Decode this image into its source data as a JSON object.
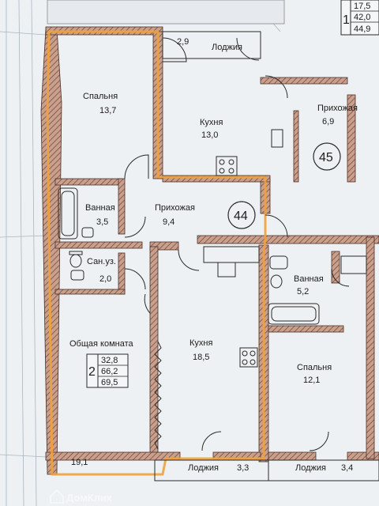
{
  "rooms": [
    {
      "key": "bedroom1",
      "label": "Спальня",
      "area": "13,7"
    },
    {
      "key": "kitchen_top",
      "label": "Кухня",
      "area": "13,0"
    },
    {
      "key": "bath1",
      "label": "Ванная",
      "area": "3,5"
    },
    {
      "key": "hall44",
      "label": "Прихожая",
      "area": "9,4"
    },
    {
      "key": "wc",
      "label": "Сан.уз.",
      "area": "2,0"
    },
    {
      "key": "living",
      "label": "Общая комната"
    },
    {
      "key": "kitchen44",
      "label": "Кухня",
      "area": "18,5"
    },
    {
      "key": "bath2",
      "label": "Ванная",
      "area": "5,2"
    },
    {
      "key": "bedroom2",
      "label": "Спальня",
      "area": "12,1"
    },
    {
      "key": "hall45",
      "label": "Прихожая",
      "area": "6,9"
    }
  ],
  "living_area": "19,1",
  "loggias": [
    {
      "key": "loggia_top",
      "label": "Лоджия",
      "area": "2,9"
    },
    {
      "key": "loggia_bottom1",
      "label": "Лоджия",
      "area": "3,3"
    },
    {
      "key": "loggia_bottom2",
      "label": "Лоджия",
      "area": "3,4"
    }
  ],
  "apartments": {
    "apt44": "44",
    "apt45": "45"
  },
  "summary": {
    "rooms": "2",
    "living": "32,8",
    "total": "66,2",
    "total_with_loggia": "69,5"
  },
  "corner_summary": {
    "rooms": "1",
    "values": [
      "17,5",
      "42,0",
      "44,9"
    ]
  },
  "watermark": "ДомКлик",
  "colors": {
    "outline": "#f0a23c",
    "wall": "#b07b68",
    "line": "#2a2a2a",
    "paper": "#eef1f3"
  }
}
